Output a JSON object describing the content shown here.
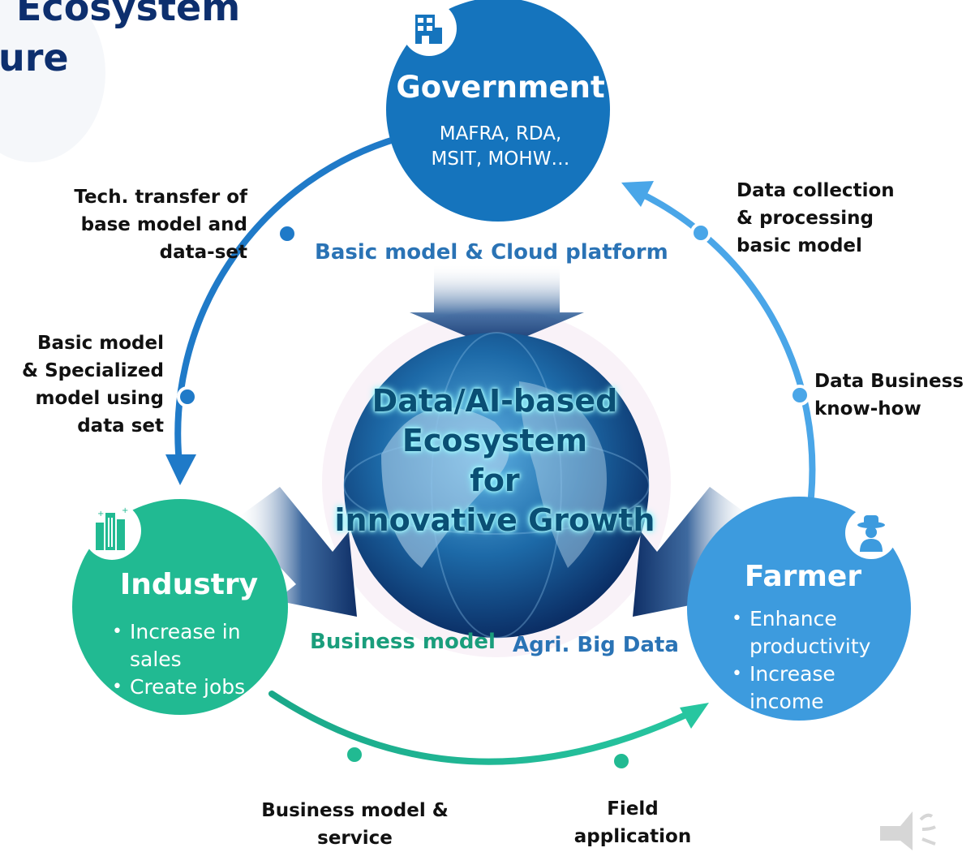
{
  "title": {
    "line1": "Ecosystem",
    "line2": "ure"
  },
  "government": {
    "title": "Government",
    "subtitle_line1": "MAFRA, RDA,",
    "subtitle_line2": "MSIT, MOHW…"
  },
  "industry": {
    "title": "Industry",
    "bullets": [
      "Increase in sales",
      "Create jobs"
    ]
  },
  "farmer": {
    "title": "Farmer",
    "bullets": [
      "Enhance productivity",
      "Increase income"
    ]
  },
  "center": {
    "line1": "Data/AI-based",
    "line2": "Ecosystem",
    "line3": "for",
    "line4": "innovative Growth"
  },
  "inner_labels": {
    "top": "Basic model & Cloud platform",
    "bottom_left": "Business model",
    "bottom_right": "Agri. Big Data"
  },
  "edge_labels": {
    "tech_transfer": [
      "Tech. transfer of",
      "base model and",
      "data-set"
    ],
    "basic_model": [
      "Basic model",
      "& Specialized",
      "model using",
      "data set"
    ],
    "data_collection": [
      "Data collection",
      "& processing",
      "basic model"
    ],
    "data_business": [
      "Data Business",
      "know-how"
    ],
    "business_service": [
      "Business model &",
      "service"
    ],
    "field_application": [
      "Field",
      "application"
    ]
  },
  "icons": {
    "government": "office-building-icon",
    "industry": "city-buildings-icon",
    "farmer": "farmer-icon",
    "speaker": "speaker-icon"
  },
  "colors": {
    "government": "#1574bd",
    "industry": "#21ba92",
    "farmer": "#3d9bde",
    "arc_blue": "#1f7ac8",
    "arc_light": "#4aa6e8",
    "arc_green": "#23b994",
    "title": "#0d2f6e"
  }
}
